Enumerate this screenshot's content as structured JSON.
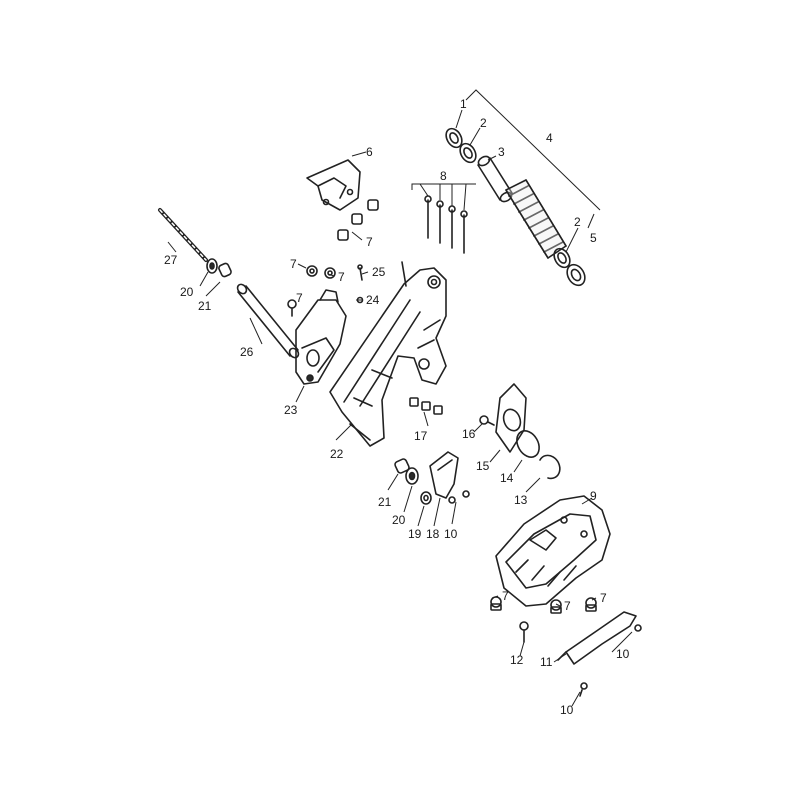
{
  "callouts": {
    "c1": "1",
    "c2a": "2",
    "c2b": "2",
    "c3": "3",
    "c4": "4",
    "c5": "5",
    "c6": "6",
    "c7a": "7",
    "c7b": "7",
    "c7c": "7",
    "c7d": "7",
    "c7e": "7",
    "c7f": "7",
    "c7g": "7",
    "c8": "8",
    "c9": "9",
    "c10a": "10",
    "c10b": "10",
    "c10c": "10",
    "c11": "11",
    "c12": "12",
    "c13": "13",
    "c14": "14",
    "c15": "15",
    "c16": "16",
    "c17": "17",
    "c18": "18",
    "c19": "19",
    "c20a": "20",
    "c20b": "20",
    "c21a": "21",
    "c21b": "21",
    "c22": "22",
    "c23": "23",
    "c24": "24",
    "c25": "25",
    "c26": "26",
    "c27": "27"
  },
  "colors": {
    "line": "#222222",
    "background": "#ffffff"
  }
}
